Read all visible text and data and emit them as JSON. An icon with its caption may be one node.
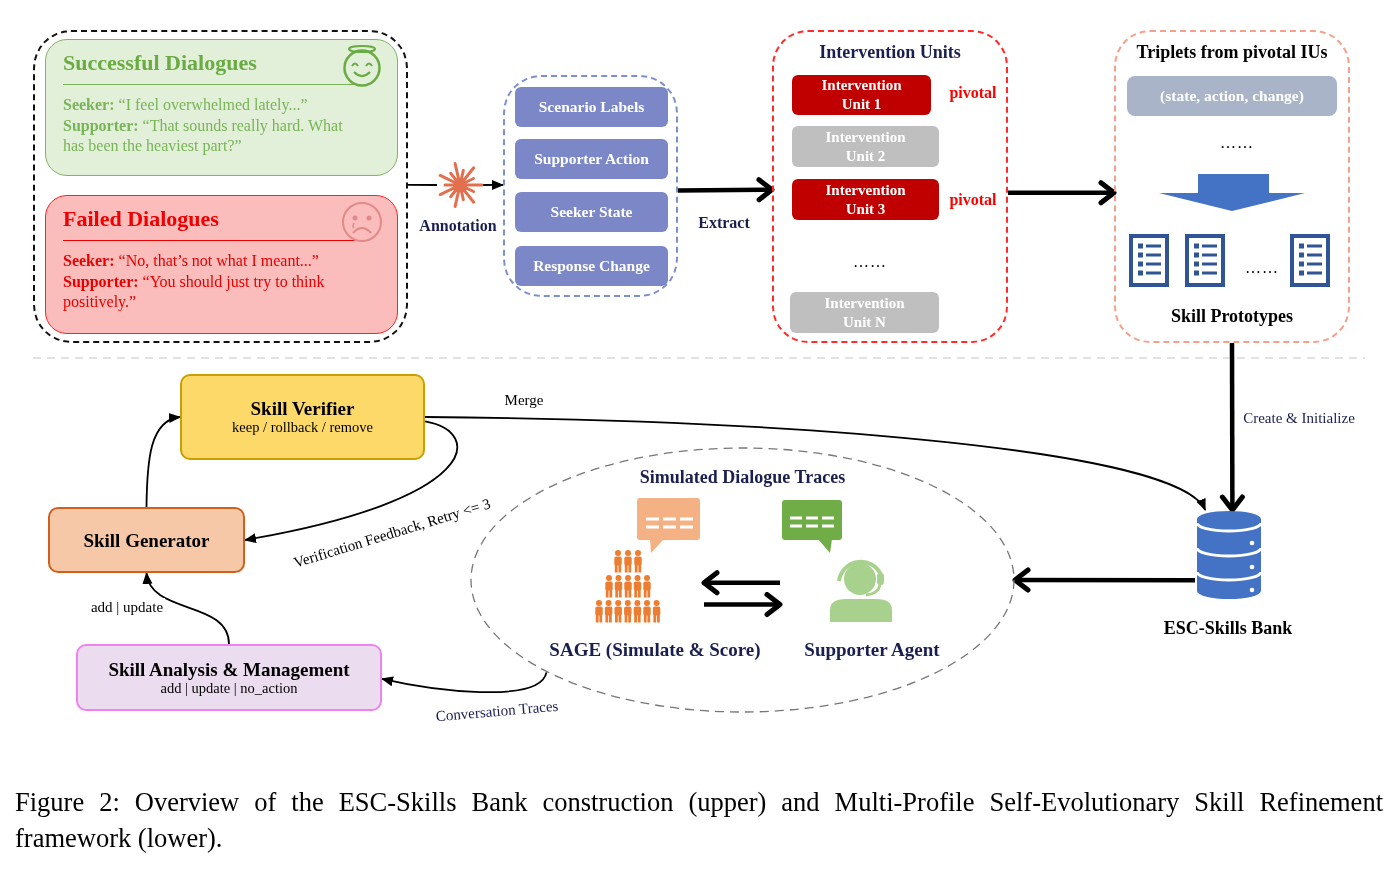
{
  "diagram": {
    "caption": "Figure 2: Overview of the ESC-Skills Bank construction (upper) and Multi-Profile Self-Evolutionary Skill Refinement framework (lower).",
    "nodes": [
      {
        "text": [],
        "shape": "box"
      },
      {
        "text": [
          "Successful Dialogues",
          "**Seeker:** “I feel overwhelmed lately...”",
          "**Supporter:** “That sounds really hard. What has been the heaviest part?”"
        ],
        "in": 0
      },
      {
        "text": [
          "Failed Dialogues",
          "**Seeker:** “No, that’s not what I meant...”",
          "**Supporter:** “You should just try to think positively.”"
        ],
        "in": 0
      },
      {
        "text": [],
        "shape": "star",
        "beside": [
          "Annotation"
        ]
      },
      {
        "text": [],
        "shape": "box"
      },
      {
        "text": [
          "Scenario Labels"
        ],
        "in": 4
      },
      {
        "text": [
          "Supporter Action"
        ],
        "in": 4
      },
      {
        "text": [
          "Seeker State"
        ],
        "in": 4
      },
      {
        "text": [
          "Response Change"
        ],
        "in": 4
      },
      {
        "text": [
          "Intervention Units"
        ]
      },
      {
        "text": [
          "Intervention Unit 1"
        ],
        "in": 9,
        "beside": [
          "pivotal"
        ]
      },
      {
        "text": [
          "Intervention Unit 2"
        ],
        "in": 9
      },
      {
        "text": [
          "Intervention Unit 3"
        ],
        "in": 9,
        "beside": [
          "pivotal"
        ]
      },
      {
        "text": [
          "Intervention Unit N"
        ],
        "in": 9
      },
      {
        "text": [
          "Triplets from pivotal IUs",
          "Skill Prototypes"
        ]
      },
      {
        "text": [
          "(state, action, change)"
        ],
        "in": 14
      },
      {
        "text": [
          "Skill Verifier",
          "keep / rollback / remove"
        ]
      },
      {
        "text": [
          "Skill Generator"
        ]
      },
      {
        "text": [
          "Skill Analysis & Management",
          "add | update | no_action"
        ]
      },
      {
        "text": [
          "Simulated Dialogue Traces"
        ]
      },
      {
        "text": [],
        "shape": "person",
        "in": 19,
        "beside": [
          "SAGE (Simulate & Score)"
        ]
      },
      {
        "text": [],
        "shape": "person",
        "in": 19,
        "beside": [
          "Supporter Agent"
        ]
      },
      {
        "text": [],
        "shape": "cylinder",
        "beside": [
          "ESC-Skills Bank"
        ]
      }
    ],
    "edges": [
      {
        "from": 0,
        "to": 3,
        "arrow": "none"
      },
      {
        "from": 3,
        "to": 4,
        "arrow": "to"
      },
      {
        "from": 4,
        "to": 9,
        "arrow": "to",
        "label": "Extract",
        "style": "thick"
      },
      {
        "from": 9,
        "to": 14,
        "arrow": "to",
        "style": "thick"
      },
      {
        "from": 14,
        "to": 22,
        "arrow": "to",
        "label": "Create & Initialize",
        "style": "thick"
      },
      {
        "from": 16,
        "to": 22,
        "arrow": "to",
        "label": "Merge"
      },
      {
        "from": 16,
        "to": 17,
        "arrow": "to",
        "label": "Verification Feedback, Retry <= 3"
      },
      {
        "from": 17,
        "to": 16,
        "arrow": "to"
      },
      {
        "from": 18,
        "to": 17,
        "arrow": "to",
        "label": "add | update"
      },
      {
        "from": 19,
        "to": 18,
        "arrow": "to",
        "label": "Conversation Traces"
      },
      {
        "from": 22,
        "to": 19,
        "arrow": "to",
        "style": "thick"
      },
      {
        "from": 21,
        "to": 20,
        "arrow": "to",
        "style": "thick"
      },
      {
        "from": 20,
        "to": 21,
        "arrow": "to",
        "style": "thick"
      }
    ],
    "labels": [
      "……",
      "……",
      "……"
    ]
  }
}
